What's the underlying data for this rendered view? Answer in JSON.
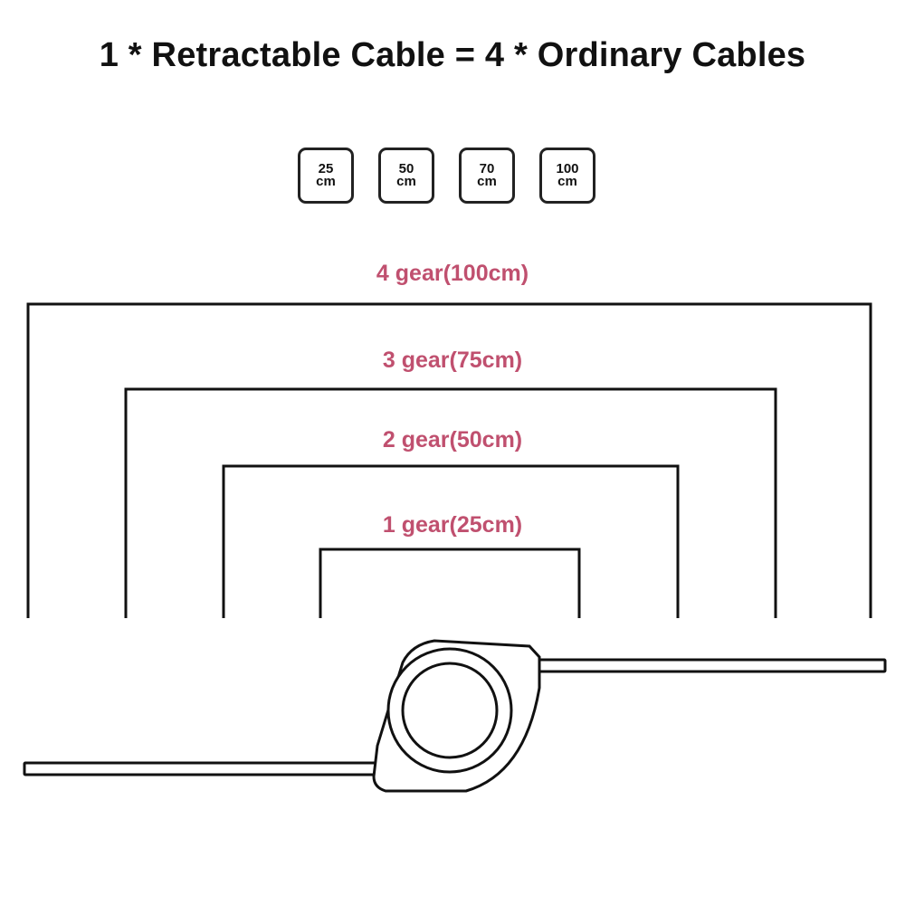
{
  "headline": "1 * Retractable Cable = 4 * Ordinary Cables",
  "length_options": [
    {
      "value": "25",
      "unit": "cm"
    },
    {
      "value": "50",
      "unit": "cm"
    },
    {
      "value": "70",
      "unit": "cm"
    },
    {
      "value": "100",
      "unit": "cm"
    }
  ],
  "gears": [
    {
      "label": "4 gear(100cm)"
    },
    {
      "label": "3 gear(75cm)"
    },
    {
      "label": "2 gear(50cm)"
    },
    {
      "label": "1 gear(25cm)"
    }
  ],
  "colors": {
    "gear_label": "#c0506f",
    "line": "#111111"
  }
}
